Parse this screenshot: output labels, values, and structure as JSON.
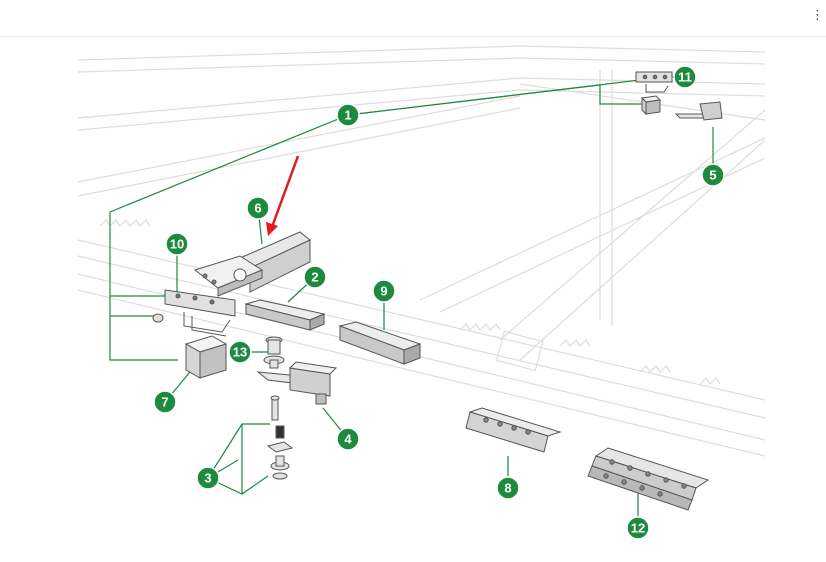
{
  "toolbar": {
    "menu_glyph": "⋮"
  },
  "colors": {
    "callout": "#1e8a3e",
    "leader": "#1e8a3e",
    "arrow": "#e01b1b",
    "frame": "#dcdcdc",
    "part_fill": "#e8e8e8",
    "part_stroke": "#555555"
  },
  "callouts": [
    {
      "id": "1",
      "label": "1"
    },
    {
      "id": "2",
      "label": "2"
    },
    {
      "id": "3",
      "label": "3"
    },
    {
      "id": "4",
      "label": "4"
    },
    {
      "id": "5",
      "label": "5"
    },
    {
      "id": "6",
      "label": "6"
    },
    {
      "id": "7",
      "label": "7"
    },
    {
      "id": "8",
      "label": "8"
    },
    {
      "id": "9",
      "label": "9"
    },
    {
      "id": "10",
      "label": "10"
    },
    {
      "id": "11",
      "label": "11"
    },
    {
      "id": "12",
      "label": "12"
    },
    {
      "id": "13",
      "label": "13"
    }
  ]
}
